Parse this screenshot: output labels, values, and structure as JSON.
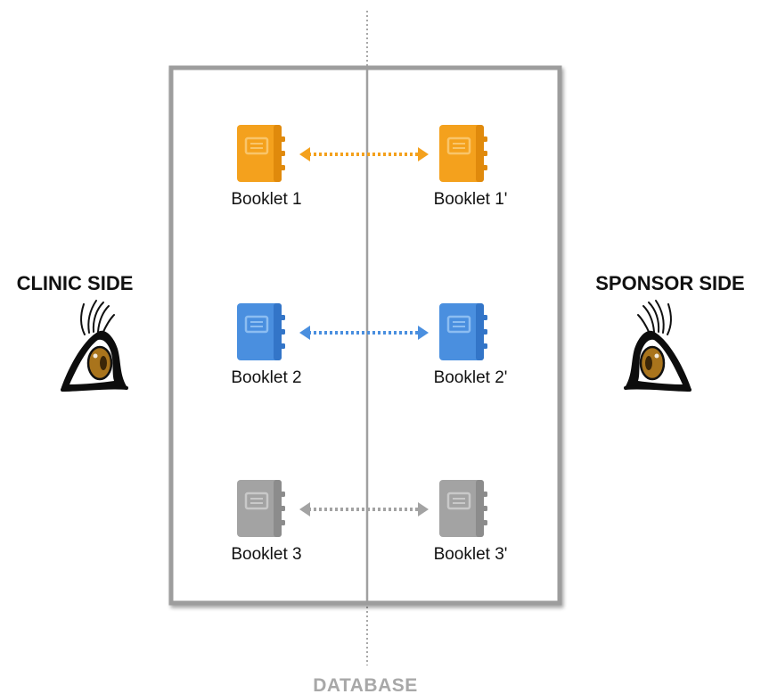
{
  "sides": {
    "left_label": "CLINIC SIDE",
    "right_label": "SPONSOR SIDE"
  },
  "database_label": "DATABASE",
  "rows": [
    {
      "left_label": "Booklet 1",
      "right_label": "Booklet 1'",
      "color": "#f4a11d",
      "color_dark": "#e08a0c",
      "color_light": "#f9c56a"
    },
    {
      "left_label": "Booklet 2",
      "right_label": "Booklet 2'",
      "color": "#4a8fdf",
      "color_dark": "#3375c8",
      "color_light": "#8cbdf1"
    },
    {
      "left_label": "Booklet 3",
      "right_label": "Booklet 3'",
      "color": "#a3a3a3",
      "color_dark": "#8c8c8c",
      "color_light": "#c9c9c9"
    }
  ],
  "colors": {
    "box_border": "#9d9d9d",
    "divider": "#a0a0a0",
    "eye_iris": "#a9741c"
  }
}
